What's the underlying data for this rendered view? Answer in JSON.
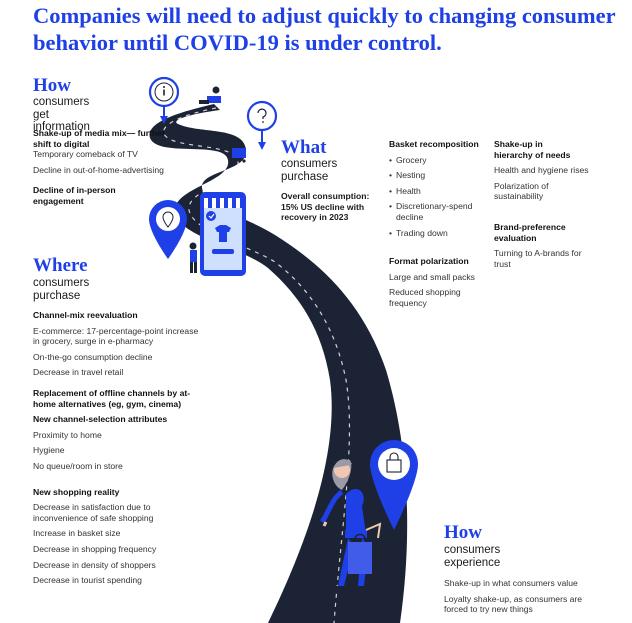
{
  "title": "Companies will need to adjust quickly to changing consumer behavior until COVID-19 is under control.",
  "how_info": {
    "heading": "How",
    "subheading": "consumers get information",
    "groups": [
      {
        "title": "Shake-up of media mix— further shift to digital",
        "items": [
          "Temporary comeback of TV",
          "Decline in out-of-home-advertising"
        ]
      },
      {
        "title": "Decline of in-person engagement",
        "items": []
      }
    ]
  },
  "what": {
    "heading": "What",
    "subheading": "consumers purchase",
    "overall": "Overall consumption: 15% US decline with recovery in 2023",
    "basket": {
      "title": "Basket recomposition",
      "items": [
        "Grocery",
        "Nesting",
        "Health",
        "Discretionary-spend decline",
        "Trading down"
      ]
    },
    "format": {
      "title": "Format polarization",
      "items": [
        "Large and small packs",
        "Reduced shopping frequency"
      ]
    },
    "hierarchy": {
      "title": "Shake-up in hierarchy of needs",
      "items": [
        "Health and hygiene rises",
        "Polarization of sustainability"
      ]
    },
    "brand": {
      "title": "Brand-preference evaluation",
      "items": [
        "Turning to A-brands for trust"
      ]
    }
  },
  "where": {
    "heading": "Where",
    "subheading": "consumers purchase",
    "groups": [
      {
        "title": "Channel-mix reevaluation",
        "items": [
          "E-commerce: 17-percentage-point increase in grocery, surge in e-pharmacy",
          "On-the-go consumption decline",
          "Decrease in travel retail"
        ]
      },
      {
        "title": "Replacement of offline channels by at-home alternatives (eg, gym, cinema)",
        "items": []
      },
      {
        "title": "New channel-selection attributes",
        "items": [
          "Proximity to home",
          "Hygiene",
          "No queue/room in store"
        ]
      },
      {
        "title": "New shopping reality",
        "items": [
          "Decrease in satisfaction due to inconvenience of safe shopping",
          "Increase in basket size",
          "Decrease in shopping frequency",
          "Decrease in density of shoppers",
          "Decrease in tourist spending"
        ]
      }
    ]
  },
  "how_exp": {
    "heading": "How",
    "subheading": "consumers experience",
    "items": [
      "Shake-up in what consumers value",
      "Loyalty shake-up, as consumers are forced to try new things"
    ]
  },
  "colors": {
    "accent": "#1f40e6",
    "road": "#1b2335",
    "road_line": "#ffffff"
  },
  "icons": [
    "info-icon",
    "question-icon",
    "location-icon",
    "shopping-bag-icon"
  ]
}
